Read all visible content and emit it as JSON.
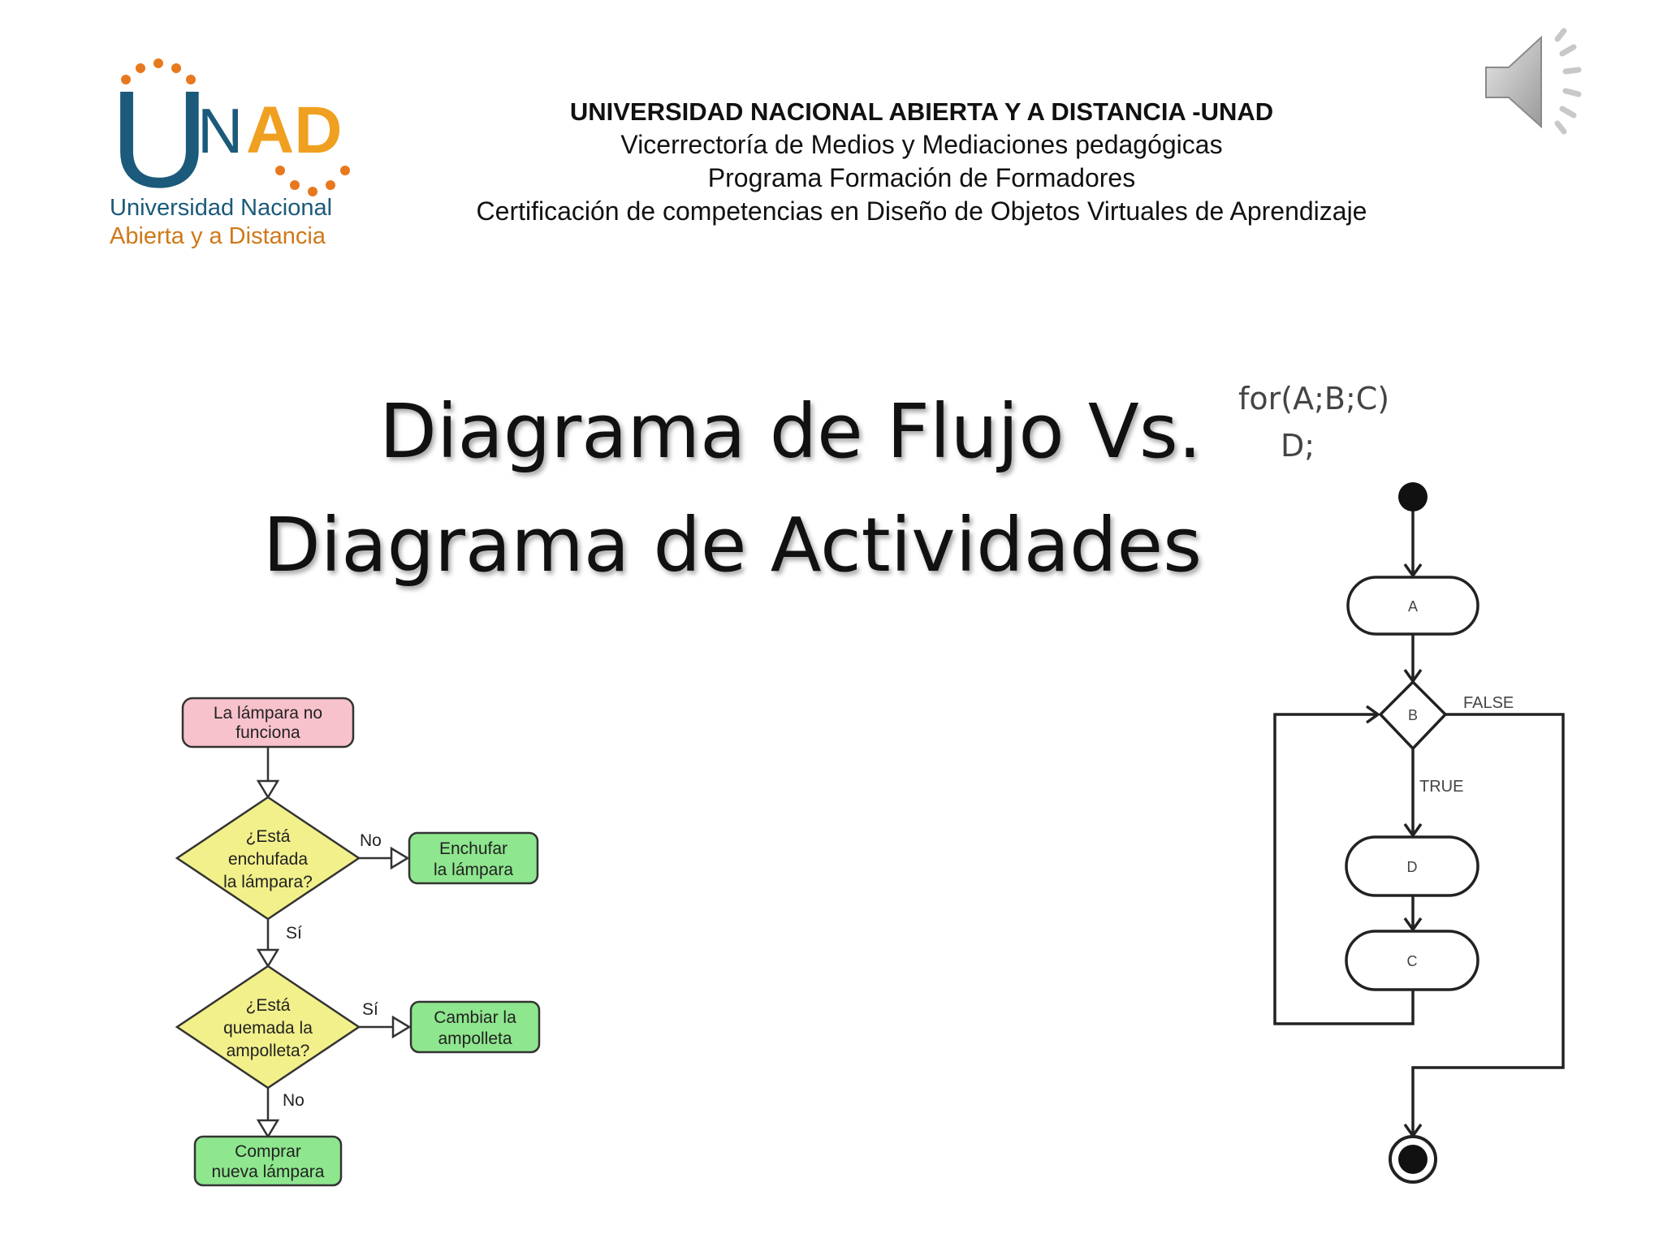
{
  "logo": {
    "letters_u": "U",
    "letters_n": "N",
    "letters_ad": "AD",
    "line1": "Universidad Nacional",
    "line2": "Abierta y a Distancia"
  },
  "header": {
    "university": "UNIVERSIDAD NACIONAL ABIERTA Y A DISTANCIA -UNAD",
    "line1": "Vicerrectoría de Medios y Mediaciones pedagógicas",
    "line2": "Programa Formación de Formadores",
    "line3": "Certificación de competencias en Diseño  de Objetos Virtuales de Aprendizaje"
  },
  "title": {
    "line1": "Diagrama de Flujo Vs.",
    "line2": "Diagrama de Actividades"
  },
  "code": {
    "line1": "for(A;B;C)",
    "line2": "D;"
  },
  "flowchart": {
    "start": [
      "La lámpara no",
      "funciona"
    ],
    "decision1": [
      "¿Está",
      "enchufada",
      "la lámpara?"
    ],
    "decision1_no": "No",
    "action1": [
      "Enchufar",
      "la lámpara"
    ],
    "decision1_yes": "Sí",
    "decision2": [
      "¿Está",
      "quemada la",
      "ampolleta?"
    ],
    "decision2_yes": "Sí",
    "action2": [
      "Cambiar la",
      "ampolleta"
    ],
    "decision2_no": "No",
    "end": [
      "Comprar",
      "nueva lámpara"
    ],
    "colors": {
      "start": "#f8c2cc",
      "decision": "#f2f08a",
      "action": "#8ee68e",
      "stroke": "#333333"
    }
  },
  "activity": {
    "node_a": "A",
    "node_b": "B",
    "node_d": "D",
    "node_c": "C",
    "false_label": "FALSE",
    "true_label": "TRUE"
  },
  "colors": {
    "unad_blue": "#1b5a7a",
    "unad_orange": "#f0a020",
    "unad_logo_text": "#d07818"
  }
}
